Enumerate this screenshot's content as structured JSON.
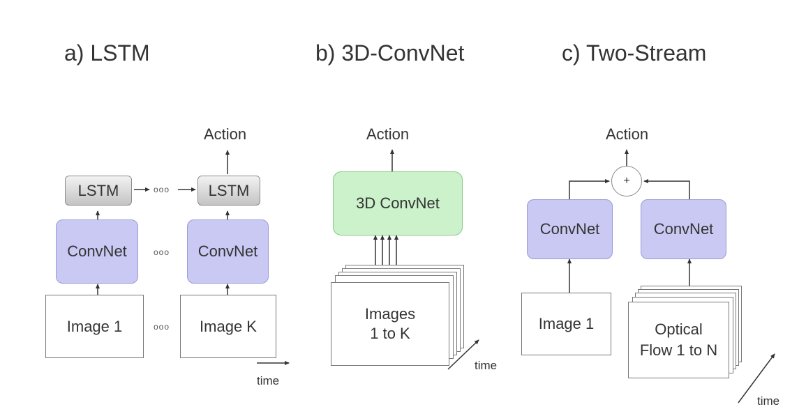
{
  "panels": {
    "lstm": {
      "title": "a) LSTM",
      "action": "Action",
      "lstm_cell": "LSTM",
      "convnet": "ConvNet",
      "image_first": "Image 1",
      "image_last": "Image K",
      "ellipsis": "ooo",
      "time": "time"
    },
    "conv3d": {
      "title": "b) 3D-ConvNet",
      "action": "Action",
      "convnet": "3D ConvNet",
      "images_line1": "Images",
      "images_line2": "1 to K",
      "time": "time"
    },
    "two_stream": {
      "title": "c) Two-Stream",
      "action": "Action",
      "plus": "+",
      "convnet": "ConvNet",
      "image": "Image 1",
      "flow_line1": "Optical",
      "flow_line2": "Flow 1 to N",
      "time": "time"
    }
  },
  "colors": {
    "convnet_fill": "#c9c9f3",
    "conv3d_fill": "#cbf2cb",
    "lstm_fill": "#d8d8d8",
    "text": "#333333"
  }
}
